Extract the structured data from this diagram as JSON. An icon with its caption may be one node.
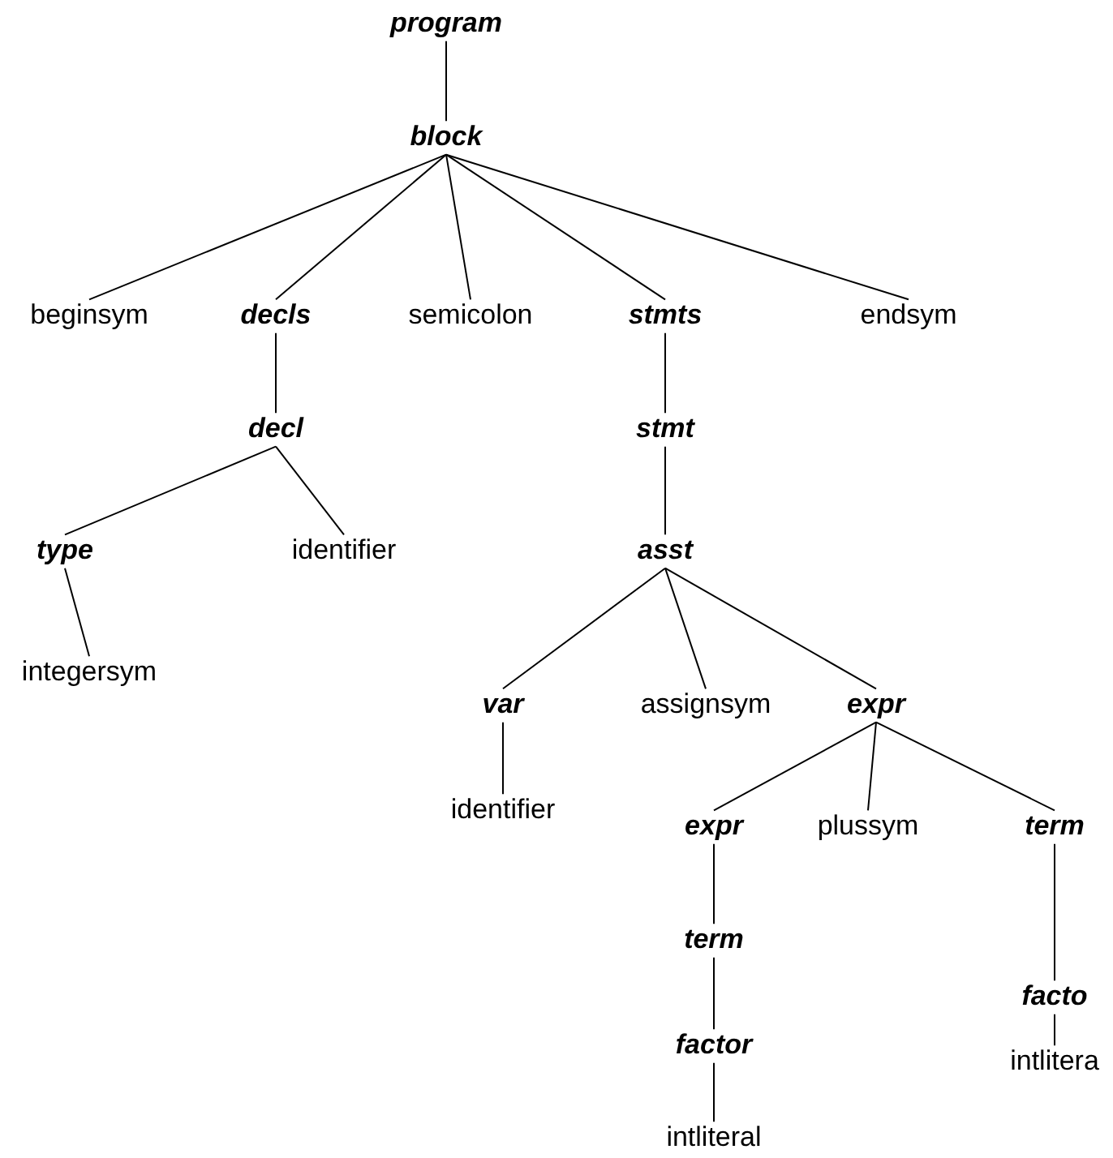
{
  "diagram": {
    "nodes": [
      {
        "text": [
          "program"
        ]
      },
      {
        "text": [
          "block"
        ]
      },
      {
        "text": [
          "beginsym"
        ]
      },
      {
        "text": [
          "decls"
        ]
      },
      {
        "text": [
          "semicolon"
        ]
      },
      {
        "text": [
          "stmts"
        ]
      },
      {
        "text": [
          "endsym"
        ]
      },
      {
        "text": [
          "decl"
        ]
      },
      {
        "text": [
          "stmt"
        ]
      },
      {
        "text": [
          "type"
        ]
      },
      {
        "text": [
          "identifier"
        ]
      },
      {
        "text": [
          "asst"
        ]
      },
      {
        "text": [
          "integersym"
        ]
      },
      {
        "text": [
          "var"
        ]
      },
      {
        "text": [
          "assignsym"
        ]
      },
      {
        "text": [
          "expr"
        ]
      },
      {
        "text": [
          "identifier"
        ]
      },
      {
        "text": [
          "expr"
        ]
      },
      {
        "text": [
          "plussym"
        ]
      },
      {
        "text": [
          "term"
        ]
      },
      {
        "text": [
          "term"
        ]
      },
      {
        "text": [
          "facto"
        ]
      },
      {
        "text": [
          "factor"
        ]
      },
      {
        "text": [
          "intlitera"
        ]
      },
      {
        "text": [
          "intliteral"
        ]
      }
    ],
    "edges": [
      {
        "from": 0,
        "to": 1,
        "arrow": "none"
      },
      {
        "from": 1,
        "to": 2,
        "arrow": "none"
      },
      {
        "from": 1,
        "to": 3,
        "arrow": "none"
      },
      {
        "from": 1,
        "to": 4,
        "arrow": "none"
      },
      {
        "from": 1,
        "to": 5,
        "arrow": "none"
      },
      {
        "from": 1,
        "to": 6,
        "arrow": "none"
      },
      {
        "from": 3,
        "to": 7,
        "arrow": "none"
      },
      {
        "from": 5,
        "to": 8,
        "arrow": "none"
      },
      {
        "from": 7,
        "to": 9,
        "arrow": "none"
      },
      {
        "from": 7,
        "to": 10,
        "arrow": "none"
      },
      {
        "from": 8,
        "to": 11,
        "arrow": "none"
      },
      {
        "from": 9,
        "to": 12,
        "arrow": "none"
      },
      {
        "from": 11,
        "to": 13,
        "arrow": "none"
      },
      {
        "from": 11,
        "to": 14,
        "arrow": "none"
      },
      {
        "from": 11,
        "to": 15,
        "arrow": "none"
      },
      {
        "from": 13,
        "to": 16,
        "arrow": "none"
      },
      {
        "from": 15,
        "to": 17,
        "arrow": "none"
      },
      {
        "from": 15,
        "to": 18,
        "arrow": "none"
      },
      {
        "from": 15,
        "to": 19,
        "arrow": "none"
      },
      {
        "from": 17,
        "to": 20,
        "arrow": "none"
      },
      {
        "from": 19,
        "to": 21,
        "arrow": "none"
      },
      {
        "from": 20,
        "to": 22,
        "arrow": "none"
      },
      {
        "from": 21,
        "to": 23,
        "arrow": "none"
      },
      {
        "from": 22,
        "to": 24,
        "arrow": "none"
      }
    ]
  }
}
